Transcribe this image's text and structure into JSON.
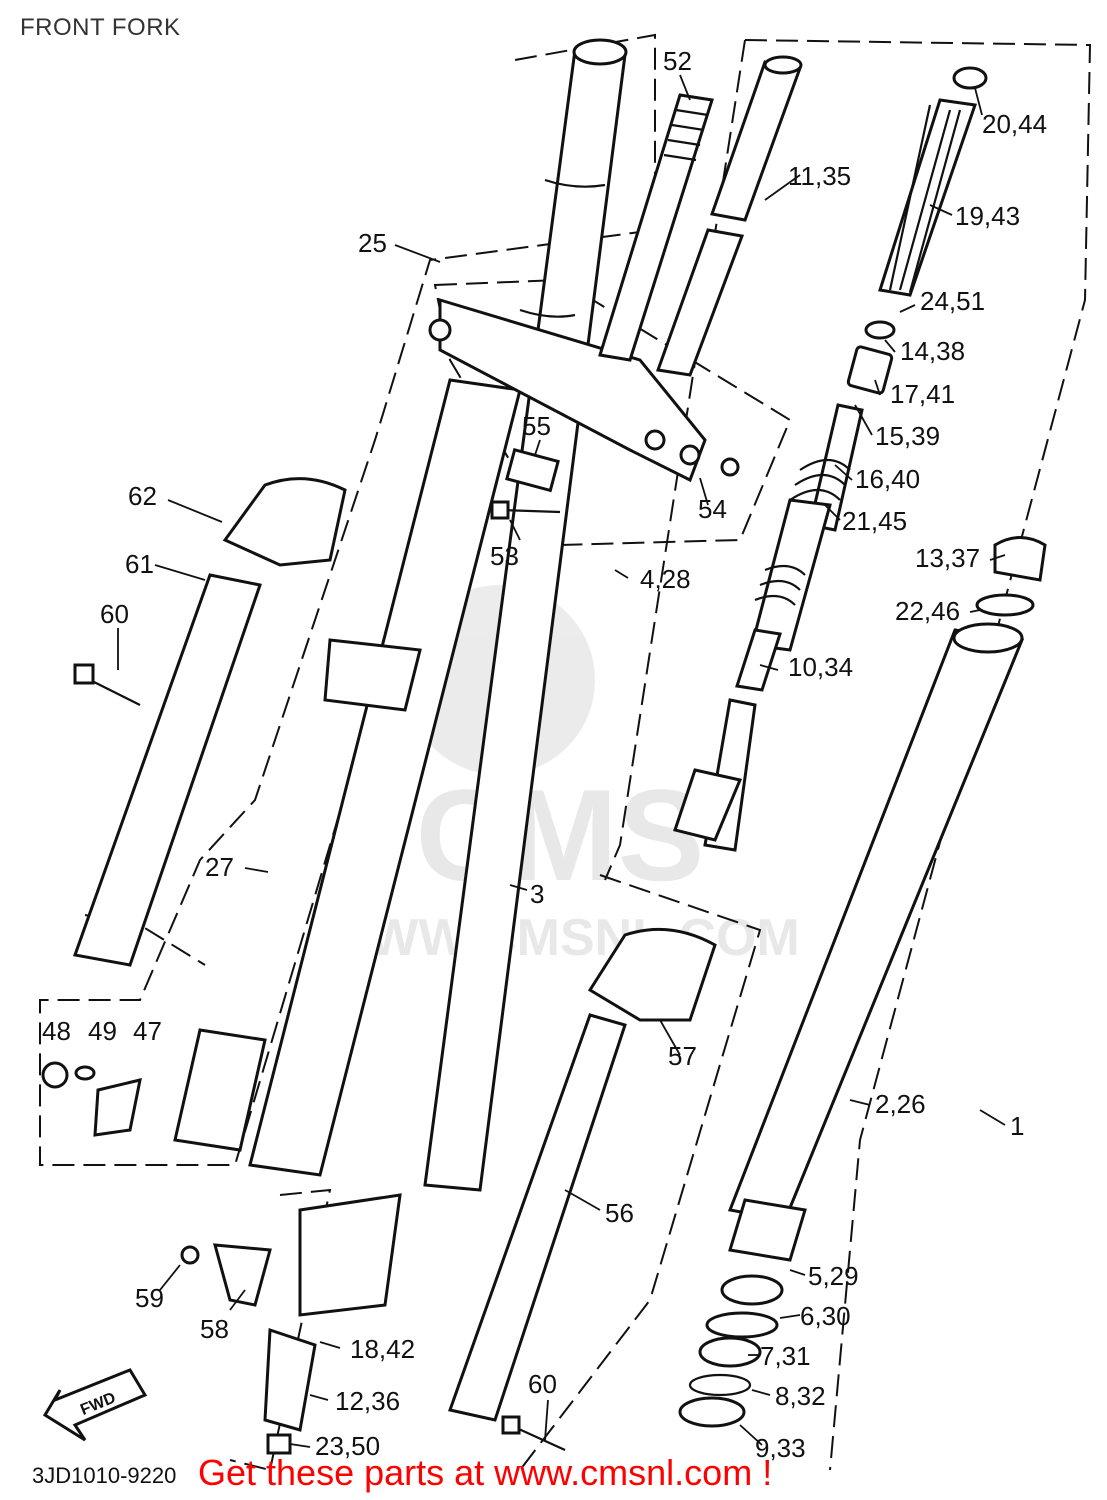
{
  "page": {
    "title": "FRONT FORK"
  },
  "drawing_code": "3JD1010-9220",
  "promo_text": "Get these parts at www.cmsnl.com !",
  "watermark": {
    "logo_text": "CMS",
    "url_text": "WWW.CMSNL.COM"
  },
  "fwd_arrow_label": "FWD",
  "callouts": [
    "1",
    "2,26",
    "3",
    "4,28",
    "5,29",
    "6,30",
    "7,31",
    "8,32",
    "9,33",
    "10,34",
    "11,35",
    "12,36",
    "13,37",
    "14,38",
    "15,39",
    "16,40",
    "17,41",
    "18,42",
    "19,43",
    "20,44",
    "21,45",
    "22,46",
    "23,50",
    "24,51",
    "25",
    "27",
    "47",
    "48",
    "49",
    "52",
    "53",
    "54",
    "55",
    "56",
    "57",
    "58",
    "59",
    "60",
    "60",
    "61",
    "62"
  ]
}
